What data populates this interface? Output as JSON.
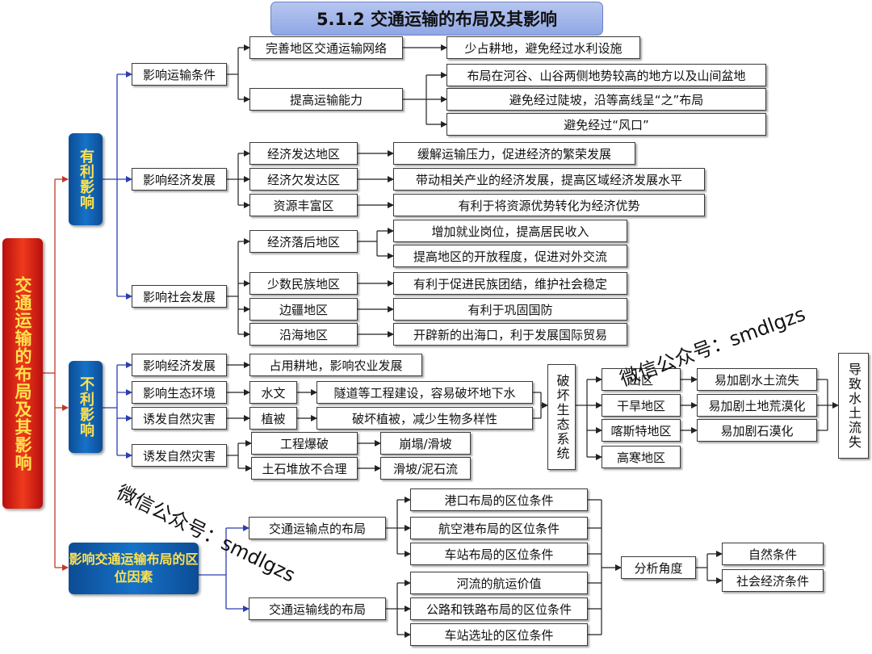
{
  "title": "5.1.2  交通运输的布局及其影响",
  "root": "交通运输的布局及其影响",
  "favorable": "有利影响",
  "unfavorable": "不利影响",
  "location_factors": "影响交通运输布局的区位因素",
  "fav": {
    "transport_conditions": "影响运输条件",
    "improve_network": "完善地区交通运输网络",
    "less_farmland": "少占耕地，避免经过水利设施",
    "improve_capacity": "提高运输能力",
    "valley_layout": "布局在河谷、山谷两侧地势较高的地方以及山间盆地",
    "zigzag": "避免经过陡坡，沿等高线呈“之”布局",
    "avoid_wind": "避免经过“风口”",
    "economic_dev": "影响经济发展",
    "developed": "经济发达地区",
    "relieve": "缓解运输压力，促进经济的繁荣发展",
    "underdeveloped": "经济欠发达区",
    "drive": "带动相关产业的经济发展，提高区域经济发展水平",
    "resource_rich": "资源丰富区",
    "resource_adv": "有利于将资源优势转化为经济优势",
    "social_dev": "影响社会发展",
    "backward": "经济落后地区",
    "jobs": "增加就业岗位，提高居民收入",
    "openness": "提高地区的开放程度，促进对外交流",
    "minority": "少数民族地区",
    "unity": "有利于促进民族团结，维护社会稳定",
    "border": "边疆地区",
    "defense": "有利于巩固国防",
    "coastal": "沿海地区",
    "trade": "开辟新的出海口，利于发展国际贸易"
  },
  "unfav": {
    "economic_dev": "影响经济发展",
    "farmland": "占用耕地，影响农业发展",
    "eco_env": "影响生态环境",
    "hydrology": "水文",
    "groundwater": "隧道等工程建设，容易破坏地下水",
    "disaster1": "诱发自然灾害",
    "vegetation": "植被",
    "biodiversity": "破坏植被，减少生物多样性",
    "disaster2": "诱发自然灾害",
    "blasting": "工程爆破",
    "collapse": "崩塌/滑坡",
    "earth_pile": "土石堆放不合理",
    "mudflow": "滑坡/泥石流",
    "destroy_eco": "破坏生态系统",
    "mountain": "山区",
    "soil_loss": "易加剧水土流失",
    "arid": "干旱地区",
    "desert": "易加剧土地荒漠化",
    "karst": "喀斯特地区",
    "rocky": "易加剧石漠化",
    "cold": "高寒地区",
    "result": "导致水土流失"
  },
  "loc": {
    "point_layout": "交通运输点的布局",
    "port": "港口布局的区位条件",
    "airport": "航空港布局的区位条件",
    "station": "车站布局的区位条件",
    "line_layout": "交通运输线的布局",
    "river": "河流的航运价值",
    "road_rail": "公路和铁路布局的区位条件",
    "station_site": "车站选址的区位条件",
    "analysis": "分析角度",
    "natural": "自然条件",
    "socio": "社会经济条件"
  },
  "watermark1": "微信公众号：smdlgzs",
  "watermark2": "微信公众号：smdlgzs",
  "colors": {
    "root_red": "#d9261b",
    "blue": "#1565b5",
    "label_yellow": "#ffe14d",
    "title_bg": "#a9bbeb"
  }
}
